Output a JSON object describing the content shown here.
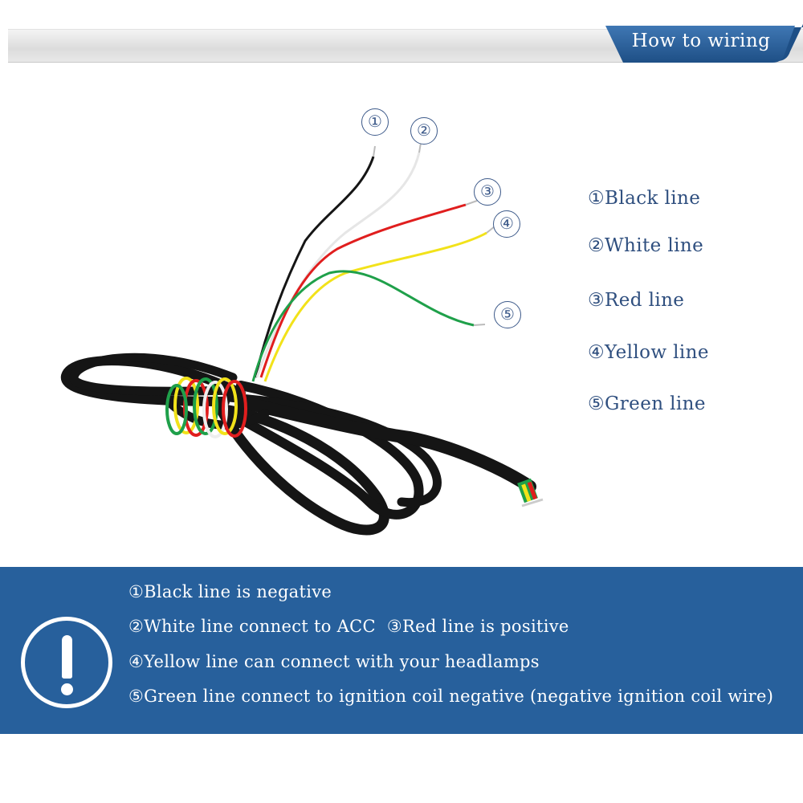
{
  "header": {
    "tab_label": "How to wiring"
  },
  "callouts": [
    "①",
    "②",
    "③",
    "④",
    "⑤"
  ],
  "legend": [
    "①Black line",
    "②White line",
    "③Red line",
    "④Yellow line",
    "⑤Green line"
  ],
  "notice": {
    "line1": "①Black line is negative",
    "line2a": "②White line connect to ACC",
    "line2b": "③Red line is positive",
    "line3": "④Yellow line can connect with your headlamps",
    "line4": "⑤Green line connect to ignition coil negative (negative ignition coil wire)"
  },
  "colors": {
    "brand_blue": "#27609c",
    "text_blue": "#2f4f7f",
    "wire_black": "#151515",
    "wire_white": "#eeeeee",
    "wire_red": "#e01e1e",
    "wire_yellow": "#f2e21a",
    "wire_green": "#1fa04a"
  },
  "icons": {
    "warning": "exclamation-circle-icon"
  }
}
